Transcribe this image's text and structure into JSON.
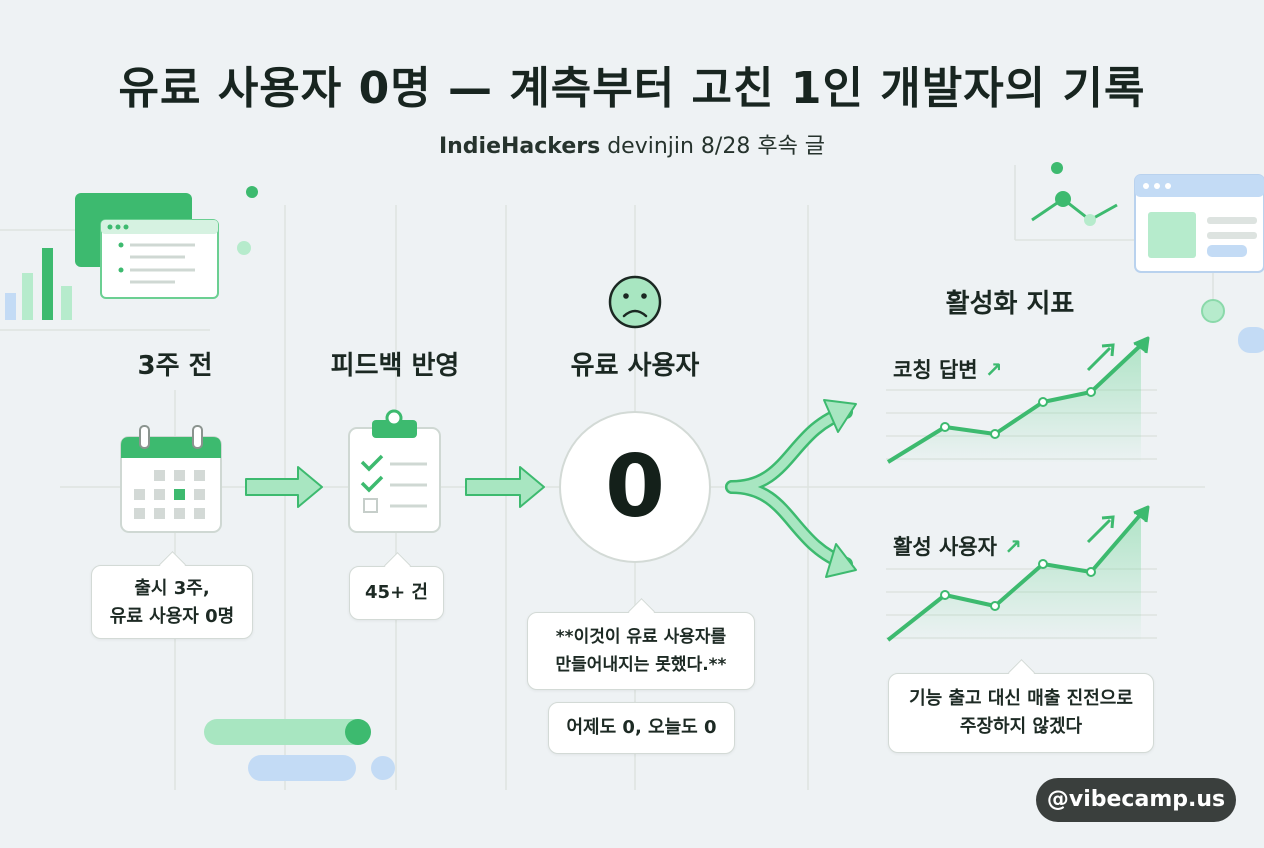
{
  "header": {
    "title": "유료 사용자 0명 — 계측부터 고친 1인 개발자의 기록",
    "subtitle_bold": "IndieHackers",
    "subtitle_rest": " devinjin 8/28 후속 글"
  },
  "steps": [
    {
      "label": "3주 전",
      "note_line1": "출시 3주,",
      "note_line2": "유료 사용자 0명"
    },
    {
      "label": "피드백 반영",
      "note_line1": "45+ 건"
    },
    {
      "label": "유료 사용자",
      "value": "0",
      "note_line1": "**이것이 유료 사용자를",
      "note_line2": "만들어내지는 못했다.**",
      "extra": "어제도 0, 오늘도 0"
    }
  ],
  "metrics": {
    "heading": "활성화 지표",
    "items": [
      {
        "label": "코칭 답변",
        "trend": "↗"
      },
      {
        "label": "활성 사용자",
        "trend": "↗"
      }
    ],
    "note_line1": "기능 출고 대신 매출 진전으로",
    "note_line2": "주장하지 않겠다"
  },
  "brand": "@vibecamp.us",
  "colors": {
    "accent": "#3dba6f",
    "accent_light": "#a8e6c1",
    "blue_light": "#c3dbf5",
    "text": "#1d2a24"
  }
}
